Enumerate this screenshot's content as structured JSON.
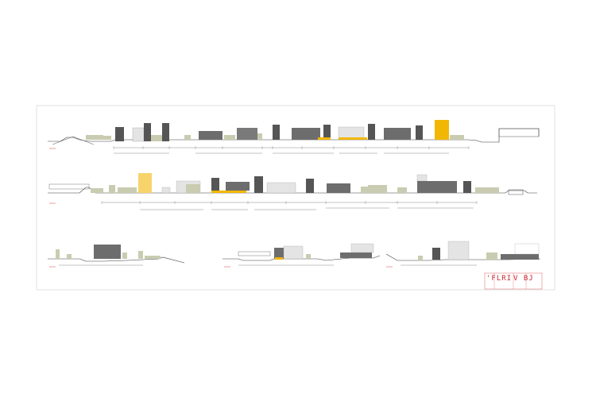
{
  "sheet": {
    "colors": {
      "frame": "#cfcfcf",
      "ground": "#3a3a3a",
      "building_dark": "#555555",
      "building_mid": "#8a8a8a",
      "building_light": "#e4e4e4",
      "vegetation": "#c9ccb0",
      "highlight": "#f2b705",
      "highlight_soft": "#f7d46b",
      "accent_red": "#d83a3a"
    },
    "elevations": [
      {
        "id": "elevation-1"
      },
      {
        "id": "elevation-2"
      }
    ],
    "sections": [
      {
        "id": "section-a"
      },
      {
        "id": "section-b"
      },
      {
        "id": "section-c"
      }
    ],
    "title_block": {
      "logo_text": "'FLRI",
      "logo_suffix": "V BJ"
    }
  }
}
